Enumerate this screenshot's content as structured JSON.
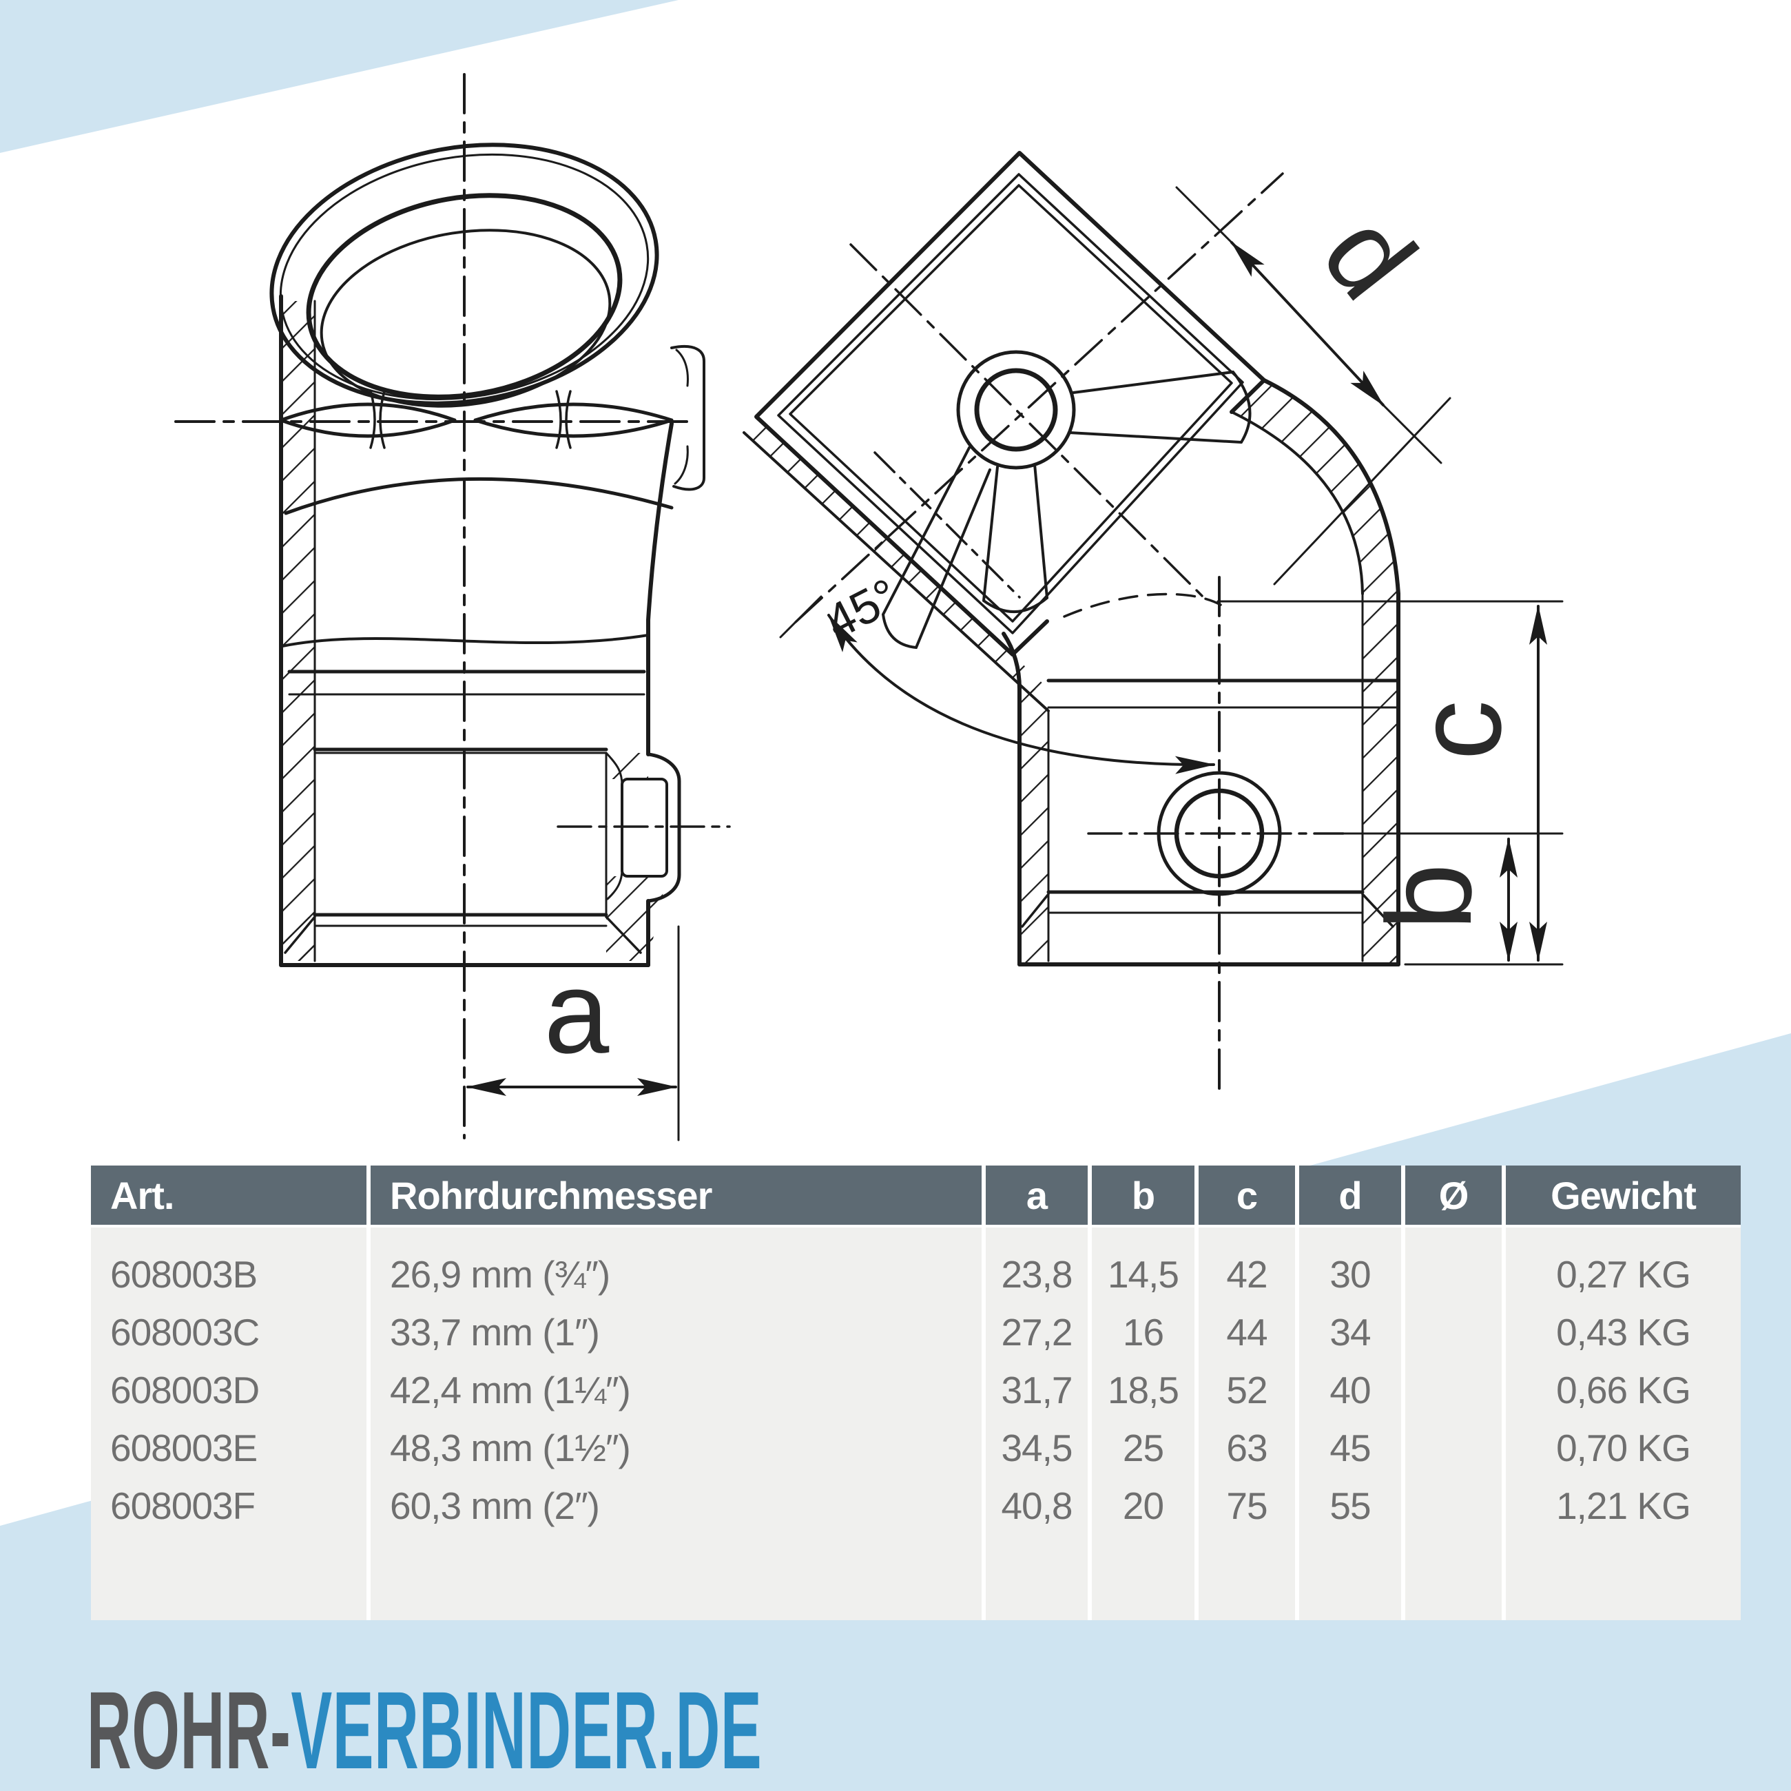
{
  "drawing": {
    "labels": {
      "a": "a",
      "b": "b",
      "c": "c",
      "d": "d",
      "angle": "45°"
    }
  },
  "table": {
    "headers": [
      "Art.",
      "Rohrdurchmesser",
      "a",
      "b",
      "c",
      "d",
      "Ø",
      "Gewicht"
    ],
    "rows": [
      {
        "art": "608003B",
        "diameter": "26,9 mm (¾″)",
        "a": "23,8",
        "b": "14,5",
        "c": "42",
        "d": "30",
        "o": "",
        "gewicht": "0,27 KG"
      },
      {
        "art": "608003C",
        "diameter": "33,7 mm (1″)",
        "a": "27,2",
        "b": "16",
        "c": "44",
        "d": "34",
        "o": "",
        "gewicht": "0,43 KG"
      },
      {
        "art": "608003D",
        "diameter": "42,4 mm (1¼″)",
        "a": "31,7",
        "b": "18,5",
        "c": "52",
        "d": "40",
        "o": "",
        "gewicht": "0,66 KG"
      },
      {
        "art": "608003E",
        "diameter": "48,3 mm (1½″)",
        "a": "34,5",
        "b": "25",
        "c": "63",
        "d": "45",
        "o": "",
        "gewicht": "0,70 KG"
      },
      {
        "art": "608003F",
        "diameter": "60,3 mm (2″)",
        "a": "40,8",
        "b": "20",
        "c": "75",
        "d": "55",
        "o": "",
        "gewicht": "1,21 KG"
      }
    ]
  },
  "logo": {
    "part1": "ROHR-",
    "part2": "VERBINDER.DE"
  },
  "colors": {
    "accent_blue": "#2b8ac2",
    "band_blue": "#cfe4f1",
    "table_header": "#5d6a73",
    "table_row_bg": "#f0f0ee",
    "table_text": "#6f6f6f",
    "line": "#1b1b1b"
  }
}
